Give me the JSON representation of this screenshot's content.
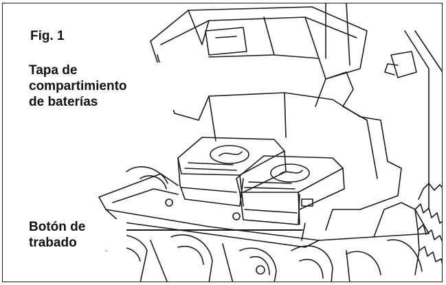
{
  "figure": {
    "title": "Fig. 1",
    "callouts": [
      {
        "id": "lid",
        "lines": [
          "Tapa de",
          "compartimiento",
          "de baterías"
        ]
      },
      {
        "id": "lock",
        "lines": [
          "Botón de",
          "trabado"
        ]
      }
    ],
    "colors": {
      "line": "#1a1a1a",
      "background": "#ffffff"
    }
  }
}
